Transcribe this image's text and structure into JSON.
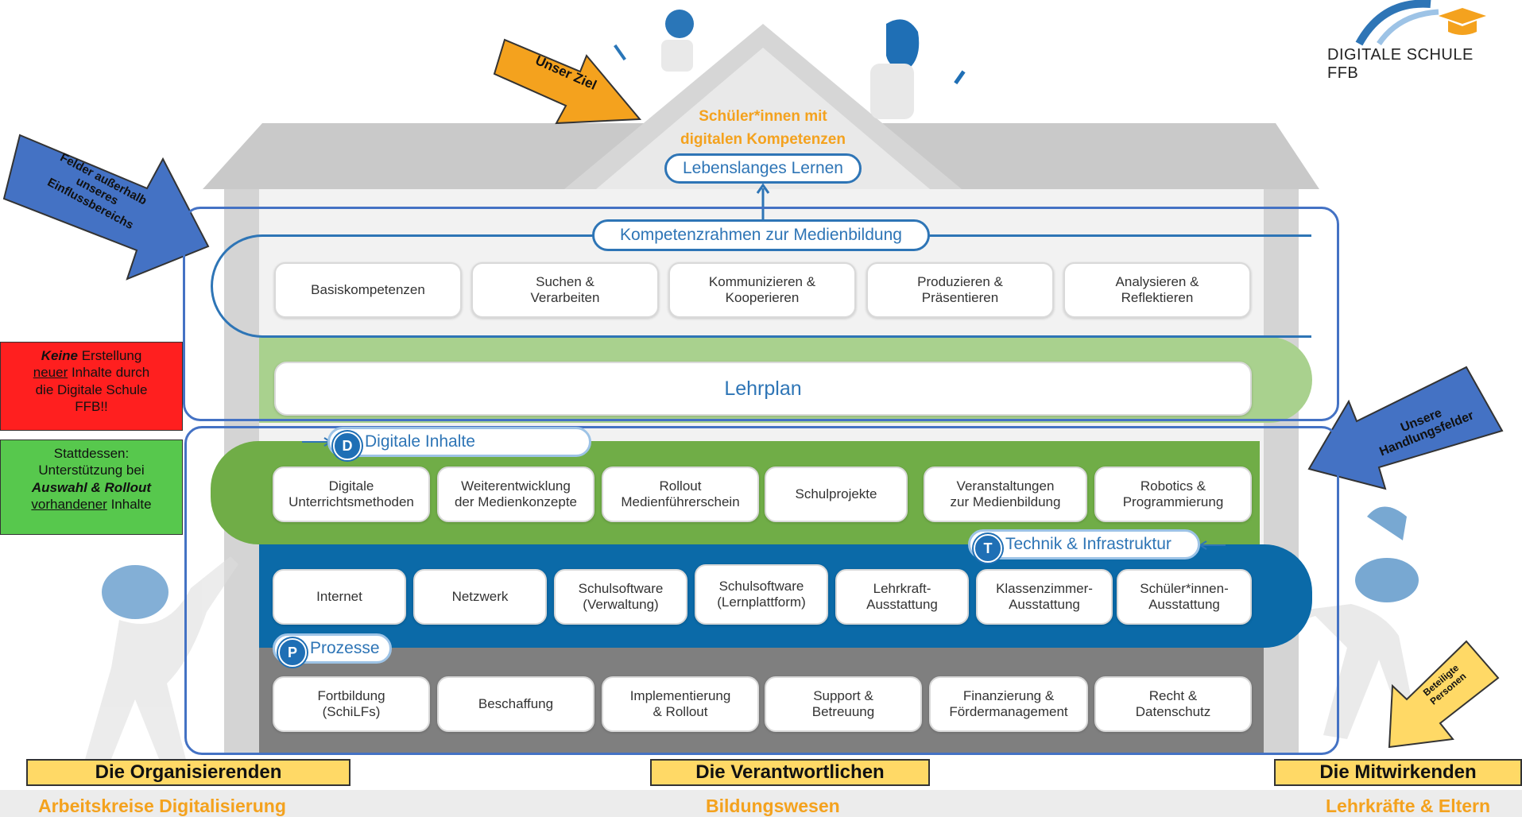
{
  "logo": {
    "text": "DIGITALE SCHULE FFB",
    "colors": {
      "arc1": "#2e75b6",
      "arc2": "#9dc3e6",
      "hat": "#f4a21e"
    }
  },
  "goal": {
    "arrow_label": "Unser Ziel",
    "title": "Schüler*innen mit\ndigitalen Kompetenzen",
    "lifelong": "Lebenslanges Lernen"
  },
  "arrows": {
    "outside": "Felder außerhalb\nunseres\nEinflussbereichs",
    "fields": "Unsere\nHandlungsfelder",
    "people": "Beteiligte\nPersonen"
  },
  "notes": {
    "red": {
      "p1_em": "Keine",
      "p1_rest": " Erstellung",
      "p2_ul": "neuer",
      "p2_rest": " Inhalte durch",
      "p3": "die Digitale Schule",
      "p4": "FFB!!"
    },
    "green": {
      "p1": "Stattdessen:",
      "p2": "Unterstützung bei",
      "p3": "Auswahl & Rollout",
      "p4_ul": "vorhandener",
      "p4_rest": " Inhalte"
    }
  },
  "competence": {
    "label": "Kompetenzrahmen zur Medienbildung",
    "items": [
      "Basiskompetenzen",
      "Suchen &\nVerarbeiten",
      "Kommunizieren &\nKooperieren",
      "Produzieren &\nPräsentieren",
      "Analysieren &\nReflektieren"
    ]
  },
  "curriculum": {
    "label": "Lehrplan"
  },
  "digital_content": {
    "badge": "D",
    "label": "Digitale Inhalte",
    "items": [
      "Digitale\nUnterrichtsmethoden",
      "Weiterentwicklung\nder Medienkonzepte",
      "Rollout\nMedienführerschein",
      "Schulprojekte",
      "Veranstaltungen\nzur Medienbildung",
      "Robotics &\nProgrammierung"
    ]
  },
  "technology": {
    "badge": "T",
    "label": "Technik & Infrastruktur",
    "items": [
      "Internet",
      "Netzwerk",
      "Schulsoftware\n(Verwaltung)",
      "Schulsoftware\n(Lernplattform)",
      "Lehrkraft-\nAusstattung",
      "Klassenzimmer-\nAusstattung",
      "Schüler*innen-\nAusstattung"
    ]
  },
  "processes": {
    "badge": "P",
    "label": "Prozesse",
    "items": [
      "Fortbildung\n(SchiLFs)",
      "Beschaffung",
      "Implementierung\n& Rollout",
      "Support &\nBetreuung",
      "Finanzierung &\nFördermanagement",
      "Recht &\nDatenschutz"
    ]
  },
  "bottom": {
    "left": {
      "role": "Die Organisierenden",
      "group": "Arbeitskreise Digitalisierung"
    },
    "center": {
      "role": "Die Verantwortlichen",
      "group": "Bildungswesen"
    },
    "right": {
      "role": "Die Mitwirkenden",
      "group": "Lehrkräfte & Eltern"
    }
  }
}
